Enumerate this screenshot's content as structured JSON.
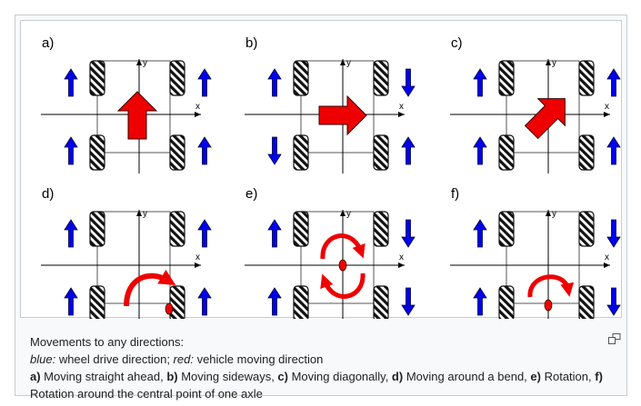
{
  "panels": [
    {
      "label": "a)"
    },
    {
      "label": "b)"
    },
    {
      "label": "c)"
    },
    {
      "label": "d)"
    },
    {
      "label": "e)"
    },
    {
      "label": "f)"
    }
  ],
  "axis_labels": {
    "x": "x",
    "y": "y"
  },
  "colors": {
    "wheel_arrow": "#0000ee",
    "vehicle_arrow": "#ee0000",
    "frame_border": "#c8ccd1",
    "caption_bg": "#f8f9fa"
  },
  "caption": {
    "line1": "Movements to any directions:",
    "legend_blue": "blue:",
    "legend_blue_text": " wheel drive direction; ",
    "legend_red": "red:",
    "legend_red_text": " vehicle moving direction",
    "items": [
      {
        "key": "a)",
        "text": " Moving straight ahead, "
      },
      {
        "key": "b)",
        "text": " Moving sideways, "
      },
      {
        "key": "c)",
        "text": " Moving diagonally, "
      },
      {
        "key": "d)",
        "text": " Moving around a bend, "
      },
      {
        "key": "e)",
        "text": " Rotation, "
      },
      {
        "key": "f)",
        "text": " Rotation around the central point of one axle"
      }
    ]
  },
  "icons": {
    "magnify": "magnify-clip-icon"
  }
}
